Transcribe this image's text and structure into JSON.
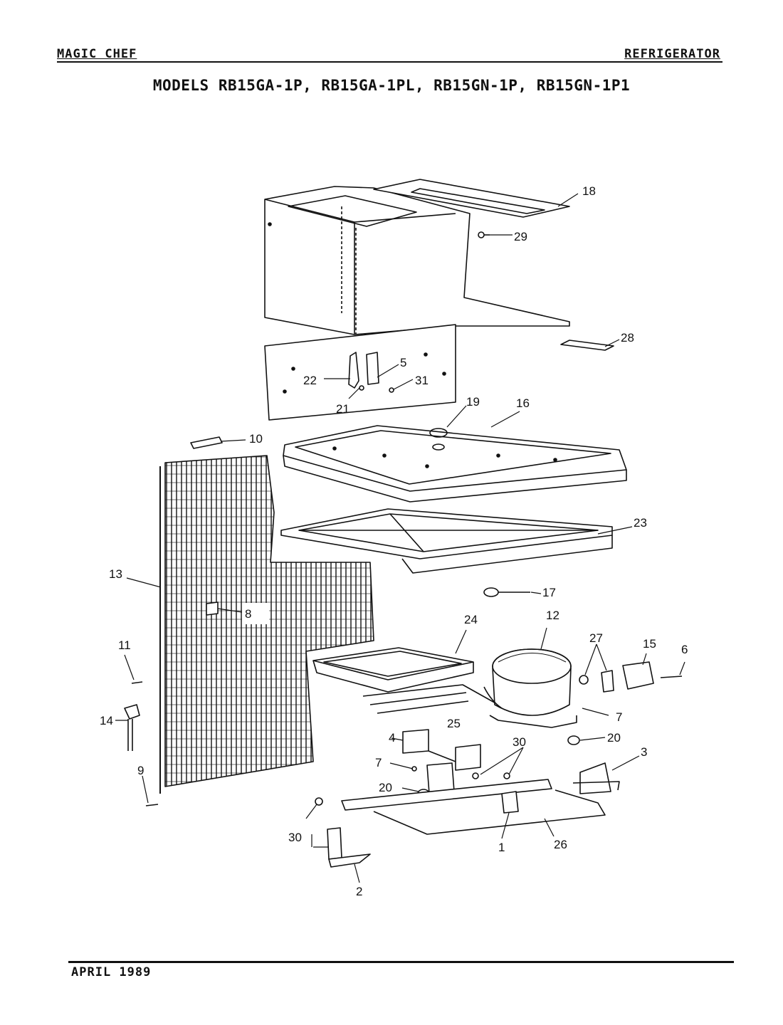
{
  "header": {
    "brand": "MAGIC CHEF",
    "product_type": "REFRIGERATOR",
    "models_title": "MODELS RB15GA-1P, RB15GA-1PL, RB15GN-1P, RB15GN-1P1"
  },
  "footer": {
    "date": "APRIL 1989"
  },
  "callouts": {
    "c1": "1",
    "c2": "2",
    "c3": "3",
    "c4": "4",
    "c5": "5",
    "c6": "6",
    "c7a": "7",
    "c7b": "7",
    "c8": "8",
    "c9": "9",
    "c10": "10",
    "c11": "11",
    "c12": "12",
    "c13": "13",
    "c14": "14",
    "c15": "15",
    "c16": "16",
    "c17": "17",
    "c18": "18",
    "c19": "19",
    "c20a": "20",
    "c20b": "20",
    "c21": "21",
    "c22": "22",
    "c23": "23",
    "c24": "24",
    "c25": "25",
    "c26": "26",
    "c27": "27",
    "c28": "28",
    "c29": "29",
    "c30a": "30",
    "c30b": "30",
    "c31": "31"
  }
}
